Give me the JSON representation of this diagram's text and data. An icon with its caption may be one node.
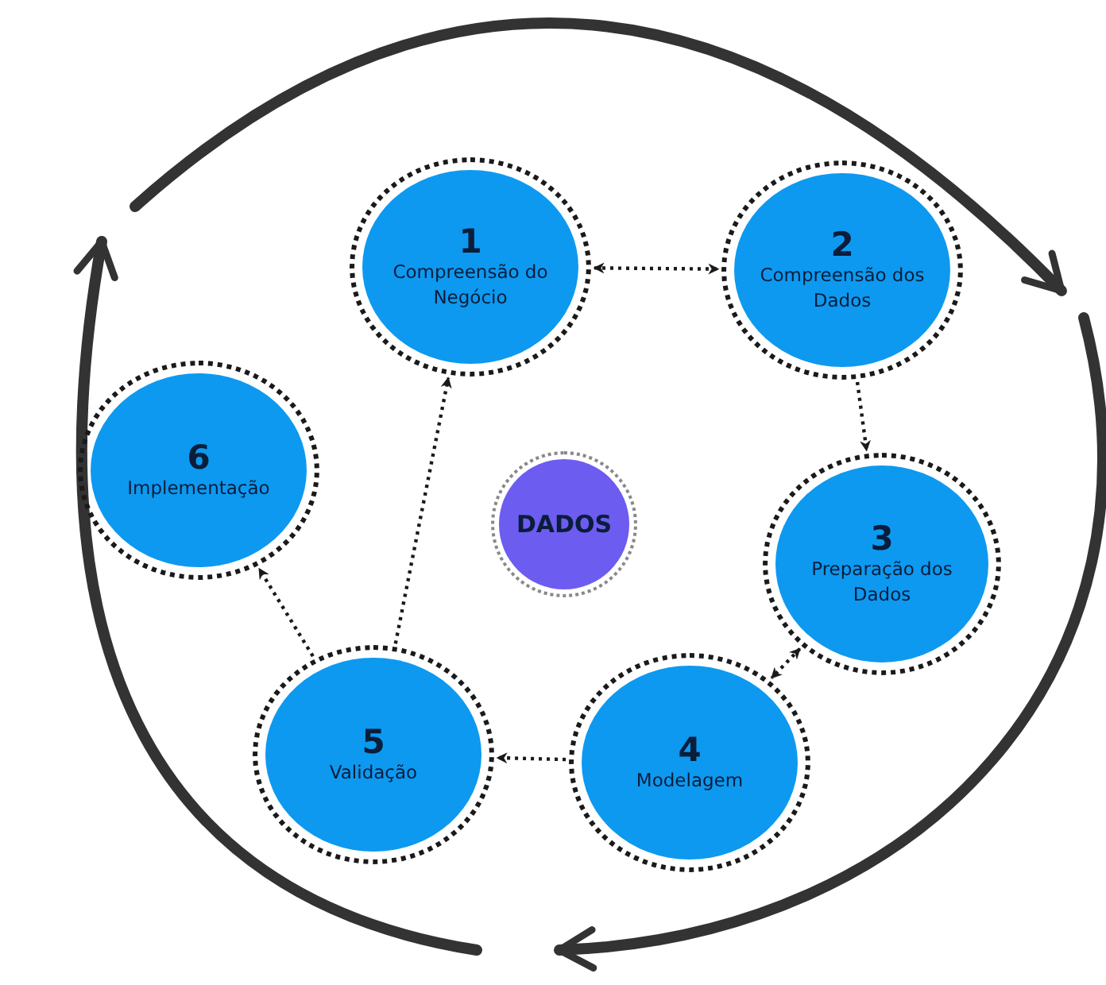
{
  "diagram": {
    "nodes": [
      {
        "text": [
          "1",
          "Compreensão do Negócio"
        ]
      },
      {
        "text": [
          "2",
          "Compreensão dos Dados"
        ]
      },
      {
        "text": [
          "6",
          "Implementação"
        ]
      },
      {
        "text": [
          "DADOS"
        ]
      },
      {
        "text": [
          "3",
          "Preparação dos Dados"
        ]
      },
      {
        "text": [
          "5",
          "Validação"
        ]
      },
      {
        "text": [
          "4",
          "Modelagem"
        ]
      }
    ],
    "edges": [
      {
        "from": 0,
        "to": 1,
        "arrow": "both"
      },
      {
        "from": 1,
        "to": 4,
        "arrow": "to"
      },
      {
        "from": 4,
        "to": 6,
        "arrow": "both"
      },
      {
        "from": 6,
        "to": 5,
        "arrow": "to"
      },
      {
        "from": 5,
        "to": 0,
        "arrow": "to"
      },
      {
        "from": 5,
        "to": 2,
        "arrow": "to"
      }
    ]
  }
}
